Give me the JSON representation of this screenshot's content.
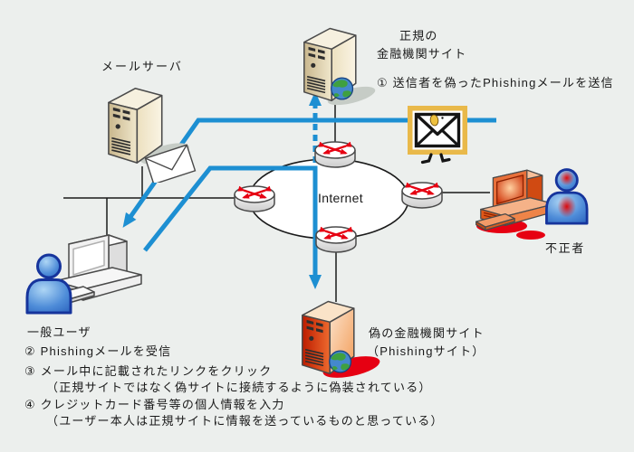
{
  "colors": {
    "background": "#ECEFED",
    "flow_arrow_blue": "#1D8FD2",
    "line_black": "#1A1A1A",
    "router_arrow_red": "#E60012",
    "danger_red": "#E60012",
    "mail_frame_yellow": "#E9B94A",
    "server_cream": "#EFE4C6",
    "server_red": "#D8340A",
    "person_blue": "#4E8CD8"
  },
  "nodes": {
    "mail_server": {
      "label": "メールサーバ"
    },
    "legit_site": {
      "label": [
        "正規の",
        "金融機関サイト"
      ]
    },
    "internet_cloud": {
      "label": "Internet"
    },
    "fake_site": {
      "label": [
        "偽の金融機関サイト",
        "（Phishingサイト）"
      ]
    },
    "general_user": {
      "label": "一般ユーザ"
    },
    "attacker": {
      "label": "不正者"
    }
  },
  "steps": {
    "step1": "① 送信者を偽ったPhishingメールを送信",
    "step2": "② Phishingメールを受信",
    "step3": "③ メール中に記載されたリンクをクリック",
    "step3_note": "（正規サイトではなく偽サイトに接続するように偽装されている）",
    "step4": "④ クレジットカード番号等の個人情報を入力",
    "step4_note": "（ユーザー本人は正規サイトに情報を送っているものと思っている）"
  },
  "icons": {
    "mail_server": "server-tower-with-envelope",
    "legit_site": "server-tower-with-globe",
    "fake_site": "red-server-tower-with-globe",
    "internet": "cloud-ellipse",
    "router": "cylinder-with-red-cross-arrows",
    "phishing_mail": "envelope-with-legs-in-yellow-frame",
    "general_user": "blue-person-with-desktop-pc",
    "attacker": "glowing-person-with-red-desktop-pc"
  }
}
